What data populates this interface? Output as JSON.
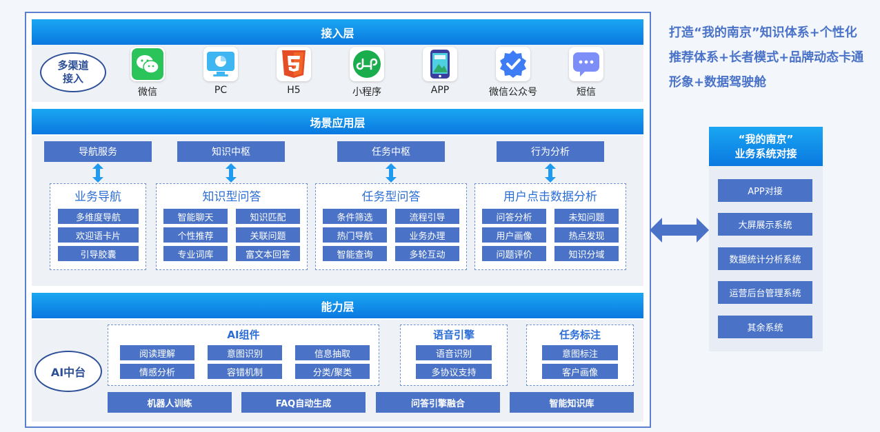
{
  "access_layer": {
    "title": "接入层",
    "channel_group_label": "多渠道\n接入",
    "channels": [
      {
        "label": "微信",
        "icon": "wechat-icon"
      },
      {
        "label": "PC",
        "icon": "pc-chart-icon"
      },
      {
        "label": "H5",
        "icon": "html5-icon"
      },
      {
        "label": "小程序",
        "icon": "mini-program-icon"
      },
      {
        "label": "APP",
        "icon": "mobile-app-icon"
      },
      {
        "label": "微信公众号",
        "icon": "verified-badge-icon"
      },
      {
        "label": "短信",
        "icon": "sms-bubble-icon"
      }
    ]
  },
  "scene_layer": {
    "title": "场景应用层",
    "hubs": [
      "导航服务",
      "知识中枢",
      "任务中枢",
      "行为分析"
    ],
    "groups": [
      {
        "title": "业务导航",
        "items": [
          "多维度导航",
          "欢迎语卡片",
          "引导胶囊"
        ]
      },
      {
        "title": "知识型问答",
        "items": [
          "智能聊天",
          "知识匹配",
          "个性推荐",
          "关联问题",
          "专业词库",
          "富文本回答"
        ]
      },
      {
        "title": "任务型问答",
        "items": [
          "条件筛选",
          "流程引导",
          "热门导航",
          "业务办理",
          "智能查询",
          "多轮互动"
        ]
      },
      {
        "title": "用户点击数据分析",
        "items": [
          "问答分析",
          "未知问题",
          "用户画像",
          "热点发现",
          "问题评价",
          "知识分域"
        ]
      }
    ]
  },
  "ability_layer": {
    "title": "能力层",
    "platform_label": "AI中台",
    "ai_components": {
      "title": "AI组件",
      "items": [
        "阅读理解",
        "意图识别",
        "信息抽取",
        "情感分析",
        "容错机制",
        "分类/聚类"
      ]
    },
    "voice_engine": {
      "title": "语音引擎",
      "items": [
        "语音识别",
        "多协议支持"
      ]
    },
    "task_labeling": {
      "title": "任务标注",
      "items": [
        "意图标注",
        "客户画像"
      ]
    },
    "bottom": [
      "机器人训练",
      "FAQ自动生成",
      "问答引擎融合",
      "智能知识库"
    ]
  },
  "headline": "打造“我的南京”知识体系+个性化推荐体系+长者模式+品牌动态卡通形象+数据驾驶舱",
  "integration": {
    "title_line1": "“我的南京”",
    "title_line2": "业务系统对接",
    "items": [
      "APP对接",
      "大屏展示系统",
      "数据统计分析系统",
      "运营后台管理系统",
      "其余系统"
    ]
  },
  "colors": {
    "band_top": "#1aa6f2",
    "band_bottom": "#0a78e0",
    "cell": "#4a73c8",
    "group_title": "#2b6dd6",
    "headline": "#4a73c8",
    "arrow": "#4a73c8",
    "arrow_vertical": "#1e9af0"
  }
}
